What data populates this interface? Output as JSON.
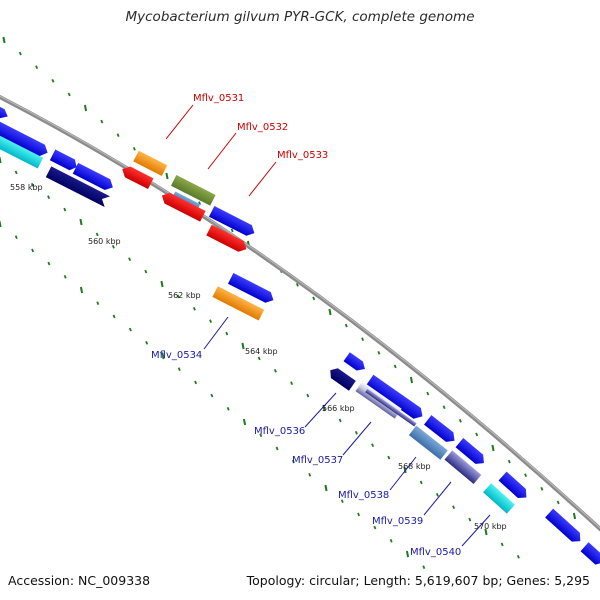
{
  "header": {
    "title": "Mycobacterium gilvum PYR-GCK, complete genome"
  },
  "footer": {
    "accession": "Accession: NC_009338",
    "summary": "Topology: circular; Length: 5,619,607 bp; Genes: 5,295"
  },
  "colors": {
    "backbone": "#8c8c8c",
    "tick": "#1f7a1f",
    "gene_label_top": "#cc0000",
    "gene_label_bottom": "#1a1aa6"
  },
  "ticks": [
    "558 kbp",
    "560 kbp",
    "562 kbp",
    "564 kbp",
    "566 kbp",
    "568 kbp",
    "570 kbp"
  ],
  "gene_labels": {
    "top": [
      "Mflv_0531",
      "Mflv_0532",
      "Mflv_0533"
    ],
    "bottom": [
      "Mflv_0534",
      "Mflv_0536",
      "Mflv_0537",
      "Mflv_0538",
      "Mflv_0539",
      "Mflv_0540"
    ]
  }
}
